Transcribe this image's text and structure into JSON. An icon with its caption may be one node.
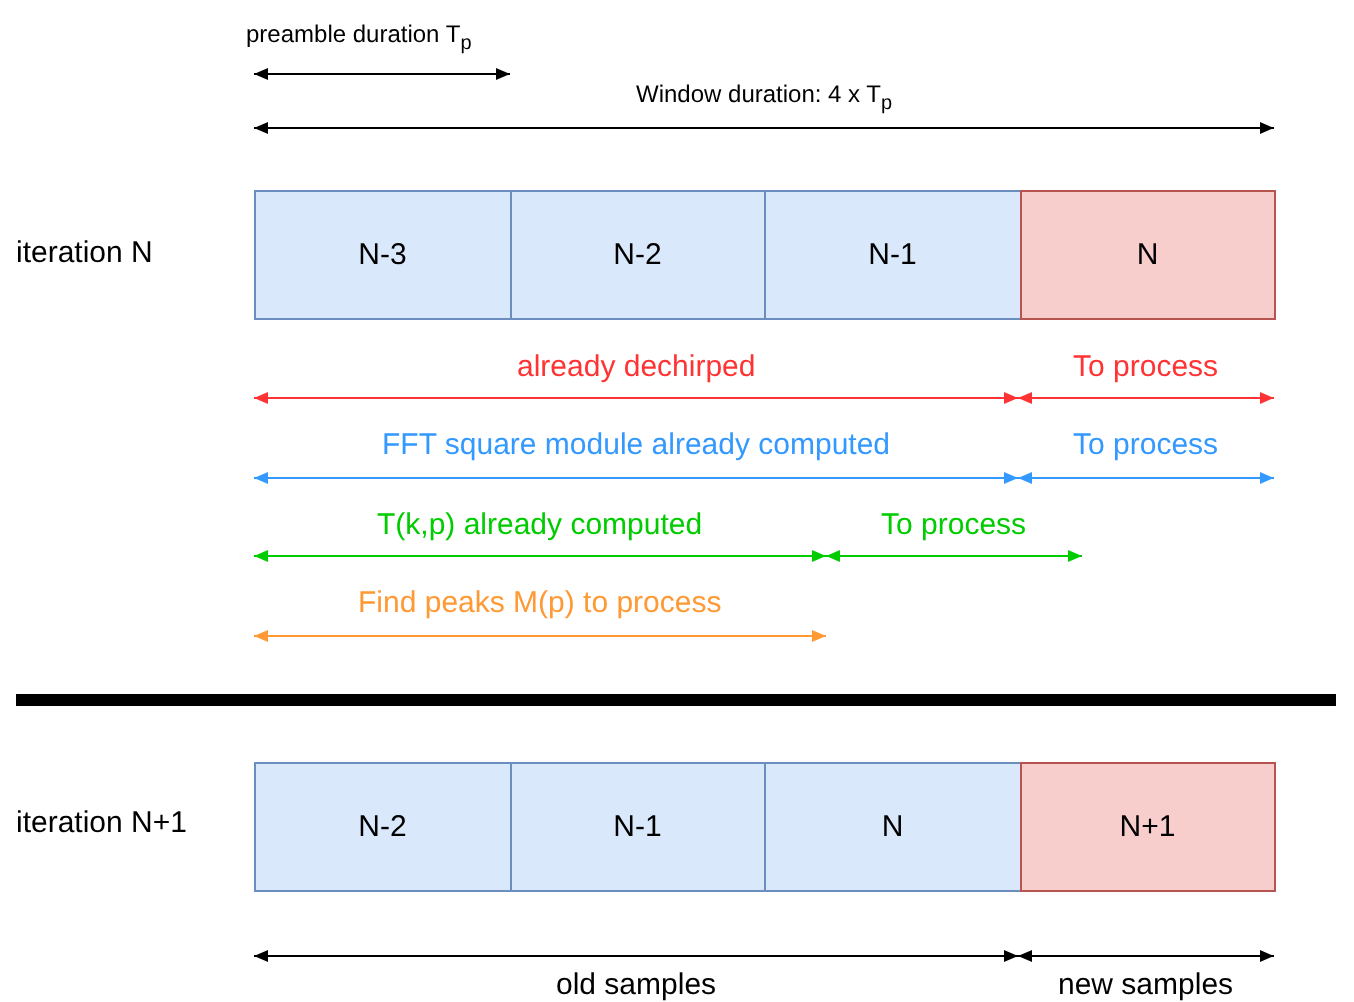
{
  "diagram": {
    "nodes": [
      {
        "text": [
          "N-3"
        ]
      },
      {
        "text": [
          "N-2"
        ]
      },
      {
        "text": [
          "N-1"
        ]
      },
      {
        "text": [
          "N"
        ]
      },
      {
        "text": [
          "N-2"
        ]
      },
      {
        "text": [
          "N-1"
        ]
      },
      {
        "text": [
          "N"
        ]
      },
      {
        "text": [
          "N+1"
        ]
      }
    ],
    "edges": [],
    "labels": [
      "preamble duration T$_{p}$",
      "Window duration: 4 x T$_{p}$",
      "iteration N",
      "already dechirped",
      "To process",
      "FFT square module already computed",
      "To process",
      "T(k,p) already computed",
      "To process",
      "Find peaks M(p) to process",
      "iteration N+1",
      "old samples",
      "new samples"
    ]
  }
}
